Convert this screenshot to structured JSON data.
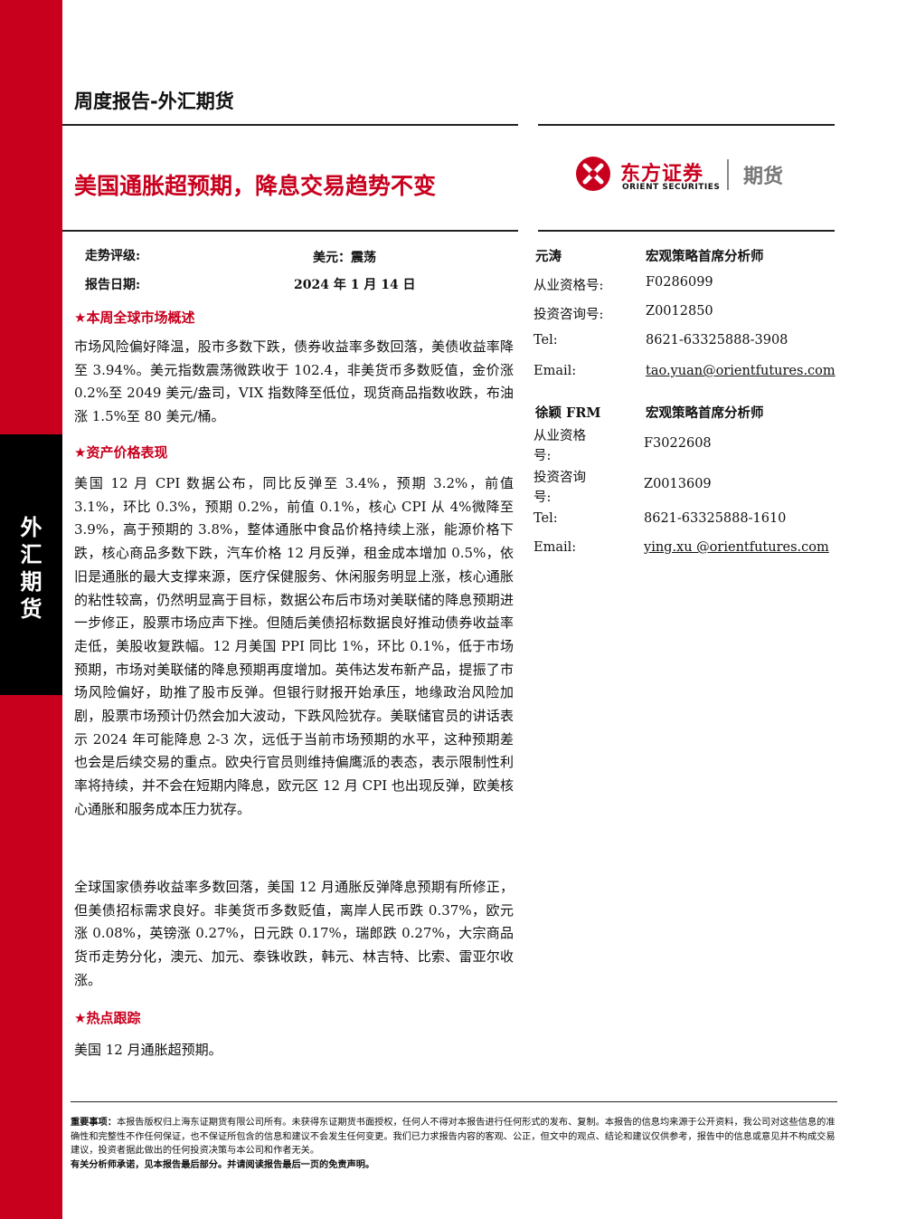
{
  "sidebar": {
    "category_chars": [
      "外",
      "汇",
      "期",
      "货"
    ]
  },
  "header": {
    "report_type": "周度报告-外汇期货",
    "headline": "美国通胀超预期，降息交易趋势不变",
    "logo": {
      "cn": "东方证券",
      "en": "ORIENT SECURITIES",
      "futures": "期货",
      "brand_color": "#c8001e"
    }
  },
  "meta": {
    "rating_label": "走势评级:",
    "rating_value": "美元：震荡",
    "date_label": "报告日期:",
    "date_value": "2024 年 1 月 14 日"
  },
  "sections": [
    {
      "heading": "本周全球市场概述",
      "paragraphs": [
        "市场风险偏好降温，股市多数下跌，债券收益率多数回落，美债收益率降至 3.94%。美元指数震荡微跌收于 102.4，非美货币多数贬值，金价涨 0.2%至 2049 美元/盎司，VIX 指数降至低位，现货商品指数收跌，布油涨 1.5%至 80 美元/桶。"
      ]
    },
    {
      "heading": "资产价格表现",
      "paragraphs": [
        "美国 12 月 CPI 数据公布，同比反弹至 3.4%，预期 3.2%，前值 3.1%，环比 0.3%，预期 0.2%，前值 0.1%，核心 CPI 从 4%微降至 3.9%，高于预期的 3.8%，整体通胀中食品价格持续上涨，能源价格下跌，核心商品多数下跌，汽车价格 12 月反弹，租金成本增加 0.5%，依旧是通胀的最大支撑来源，医疗保健服务、休闲服务明显上涨，核心通胀的粘性较高，仍然明显高于目标，数据公布后市场对美联储的降息预期进一步修正，股票市场应声下挫。但随后美债招标数据良好推动债券收益率走低，美股收复跌幅。12 月美国 PPI 同比 1%，环比 0.1%，低于市场预期，市场对美联储的降息预期再度增加。英伟达发布新产品，提振了市场风险偏好，助推了股市反弹。但银行财报开始承压，地缘政治风险加剧，股票市场预计仍然会加大波动，下跌风险犹存。美联储官员的讲话表示 2024 年可能降息 2-3 次，远低于当前市场预期的水平，这种预期差也会是后续交易的重点。欧央行官员则维持偏鹰派的表态，表示限制性利率将持续，并不会在短期内降息，欧元区 12 月 CPI 也出现反弹，欧美核心通胀和服务成本压力犹存。",
        "全球国家债券收益率多数回落，美国 12 月通胀反弹降息预期有所修正，但美债招标需求良好。非美货币多数贬值，离岸人民币跌 0.37%，欧元涨 0.08%，英镑涨 0.27%，日元跌 0.17%，瑞郎跌 0.27%，大宗商品货币走势分化，澳元、加元、泰铢收跌，韩元、林吉特、比索、雷亚尔收涨。"
      ]
    },
    {
      "heading": "热点跟踪",
      "paragraphs": [
        "美国 12 月通胀超预期。"
      ]
    }
  ],
  "analysts": [
    {
      "name": "元涛",
      "title": "宏观策略首席分析师",
      "rows": [
        {
          "label": "从业资格号:",
          "value": "F0286099"
        },
        {
          "label": "投资咨询号:",
          "value": "Z0012850"
        },
        {
          "label": "Tel:",
          "value": "8621-63325888-3908"
        },
        {
          "label": "Email:",
          "value": "tao.yuan@orientfutures.com"
        }
      ]
    },
    {
      "name": "徐颖 FRM",
      "title": "宏观策略首席分析师",
      "rows": [
        {
          "label": "从业资格",
          "label2": "号:",
          "value": "F3022608"
        },
        {
          "label": "投资咨询",
          "label2": "号:",
          "value": "Z0013609"
        },
        {
          "label": "Tel:",
          "value": "8621-63325888-1610"
        },
        {
          "label": "Email:",
          "value": "ying.xu @orientfutures.com"
        }
      ]
    }
  ],
  "disclaimer": {
    "lead": "重要事项：",
    "text": "本报告版权归上海东证期货有限公司所有。未获得东证期货书面授权，任何人不得对本报告进行任何形式的发布、复制。本报告的信息均来源于公开资料，我公司对这些信息的准确性和完整性不作任何保证，也不保证所包含的信息和建议不会发生任何变更。我们已力求报告内容的客观、公正，但文中的观点、结论和建议仅供参考，报告中的信息或意见并不构成交易建议，投资者据此做出的任何投资决策与本公司和作者无关。",
    "footer": "有关分析师承诺，见本报告最后部分。并请阅读报告最后一页的免责声明。"
  }
}
